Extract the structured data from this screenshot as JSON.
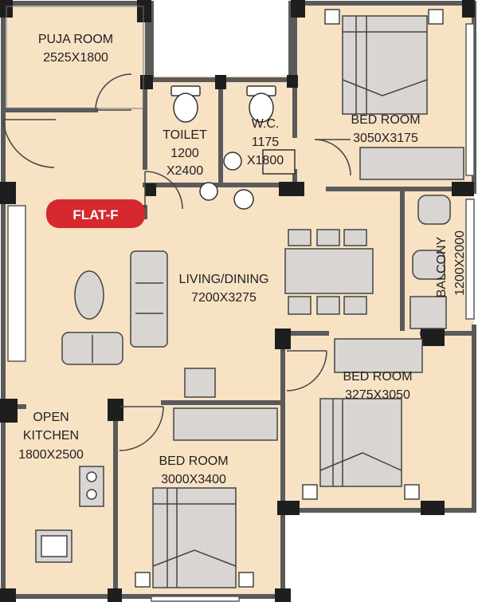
{
  "flat": {
    "badge": "FLAT-F"
  },
  "rooms": {
    "puja": {
      "name": "PUJA ROOM",
      "size": "2525X1800"
    },
    "toilet": {
      "name": "TOILET",
      "dim1": "1200",
      "dim2": "X2400"
    },
    "wc": {
      "name": "W.C.",
      "dim1": "1175",
      "dim2": "X1800"
    },
    "bed1": {
      "name": "BED ROOM",
      "size": "3050X3175"
    },
    "living": {
      "name": "LIVING/DINING",
      "size": "7200X3275"
    },
    "balcony": {
      "name": "BALCONY",
      "size": "1200X2000"
    },
    "bed2": {
      "name": "BED ROOM",
      "size": "3275X3050"
    },
    "kitchen": {
      "name1": "OPEN",
      "name2": "KITCHEN",
      "size": "1800X2500"
    },
    "bed3": {
      "name": "BED ROOM",
      "size": "3000X3400"
    }
  },
  "colors": {
    "floor": "#f7e2c4",
    "wall": "#5a5a5a",
    "pillar": "#1e1e1e",
    "furniture": "#d9d5d2",
    "badge": "#d7282f"
  }
}
